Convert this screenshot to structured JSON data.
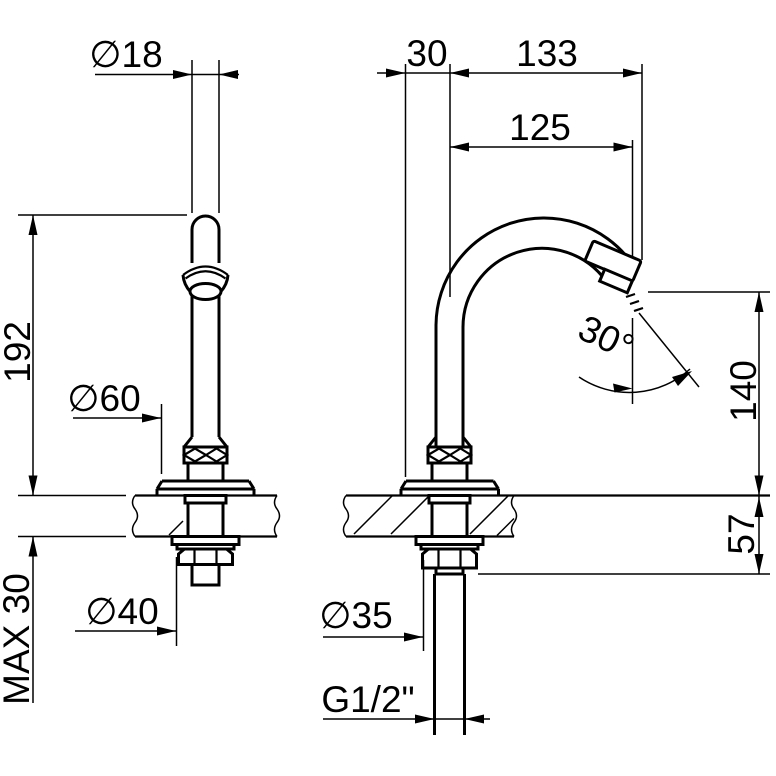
{
  "colors": {
    "line": "#000000",
    "background": "#ffffff"
  },
  "views": {
    "side": {
      "dimensions": {
        "spout_diameter": "∅18",
        "height_above_deck": "192",
        "escutcheon_diameter": "∅60",
        "deck_thickness_max": "MAX 30",
        "locknut_diameter": "∅40"
      }
    },
    "front": {
      "dimensions": {
        "edge_offset": "30",
        "total_reach": "133",
        "aerator_reach": "125",
        "spray_angle": "30°",
        "outlet_height": "140",
        "under_deck_length": "57",
        "shank_diameter": "∅35",
        "inlet_thread": "G1/2\""
      }
    }
  }
}
